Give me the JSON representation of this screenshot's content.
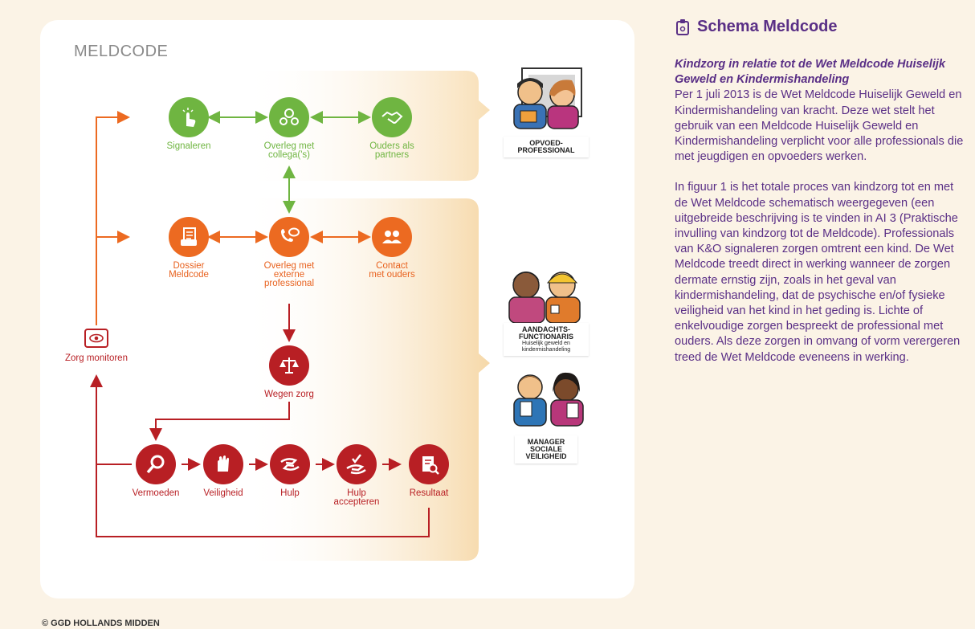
{
  "diagram": {
    "title": "MELDCODE",
    "nodes": {
      "signaleren": "Signaleren",
      "overleg_collega": "Overleg met\ncollega('s)",
      "ouders_partners": "Ouders als\npartners",
      "dossier": "Dossier\nMeldcode",
      "overleg_extern": "Overleg met\nexterne\nprofessional",
      "contact_ouders": "Contact\nmet ouders",
      "wegen_zorg": "Wegen zorg",
      "vermoeden": "Vermoeden",
      "veiligheid": "Veiligheid",
      "hulp": "Hulp",
      "hulp_accepteren": "Hulp\naccepteren",
      "resultaat": "Resultaat",
      "zorg_monitoren": "Zorg monitoren"
    },
    "roles": {
      "opvoed": "OPVOED-\nPROFESSIONAL",
      "aandacht": "AANDACHTS-\nFUNCTIONARIS",
      "aandacht_sub": "Huiselijk geweld en\nkindermishandeling",
      "manager": "MANAGER\nSOCIALE\nVEILIGHEID"
    },
    "colors": {
      "green": "#6fb541",
      "orange": "#ec6a21",
      "red": "#b81f24",
      "purple": "#5a2f86"
    }
  },
  "panel": {
    "title": "Schema Meldcode",
    "lead": "Kindzorg in relatie tot de Wet Meldcode Huiselijk Geweld en Kindermishandeling",
    "p1": "Per 1 juli 2013 is de Wet Meldcode Huiselijk Geweld en Kindermishandeling van kracht. Deze wet stelt het gebruik van een Meldcode Huiselijk Geweld en Kindermishandeling verplicht voor alle professionals die met jeugdigen en opvoeders werken.",
    "p2": "In figuur 1 is het totale proces van kindzorg tot en met de Wet Meldcode schematisch weergegeven (een uitgebreide beschrijving is te vinden in AI 3 (Praktische invulling van kindzorg tot de Meldcode). Professionals van K&O signaleren zorgen omtrent een kind. De Wet Meldcode treedt direct in werking wanneer de zorgen dermate ernstig zijn, zoals in het geval van kindermishandeling, dat de psychische en/of fysieke veiligheid van het kind in het geding is. Lichte of enkelvoudige zorgen bespreekt de professional met ouders. Als deze zorgen in omvang of vorm verergeren treed de Wet Meldcode eveneens in werking."
  },
  "footer": "© GGD HOLLANDS MIDDEN"
}
